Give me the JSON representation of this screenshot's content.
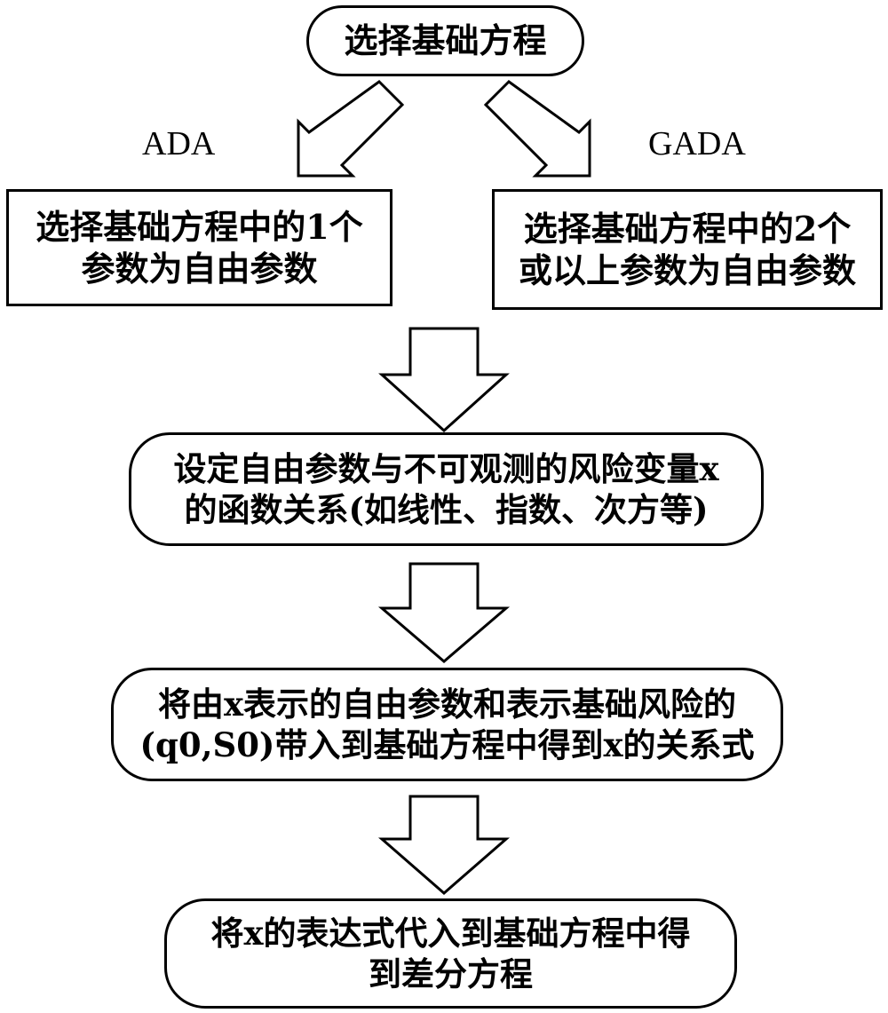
{
  "start": {
    "label": "选择基础方程"
  },
  "branches": {
    "left_label": "ADA",
    "right_label": "GADA"
  },
  "ada_box": {
    "line1": "选择基础方程中的1个",
    "line2": "参数为自由参数"
  },
  "gada_box": {
    "line1": "选择基础方程中的2个",
    "line2": "或以上参数为自由参数"
  },
  "function_box": {
    "line1": "设定自由参数与不可观测的风险变量x",
    "line2": "的函数关系(如线性、指数、次方等)"
  },
  "substitute_box": {
    "line1": "将由x表示的自由参数和表示基础风险的",
    "line2": "(q0,S0)带入到基础方程中得到x的关系式"
  },
  "end_box": {
    "line1": "将x的表达式代入到基础方程中得",
    "line2": "到差分方程"
  },
  "colors": {
    "stroke": "#000000",
    "fill": "#ffffff"
  }
}
